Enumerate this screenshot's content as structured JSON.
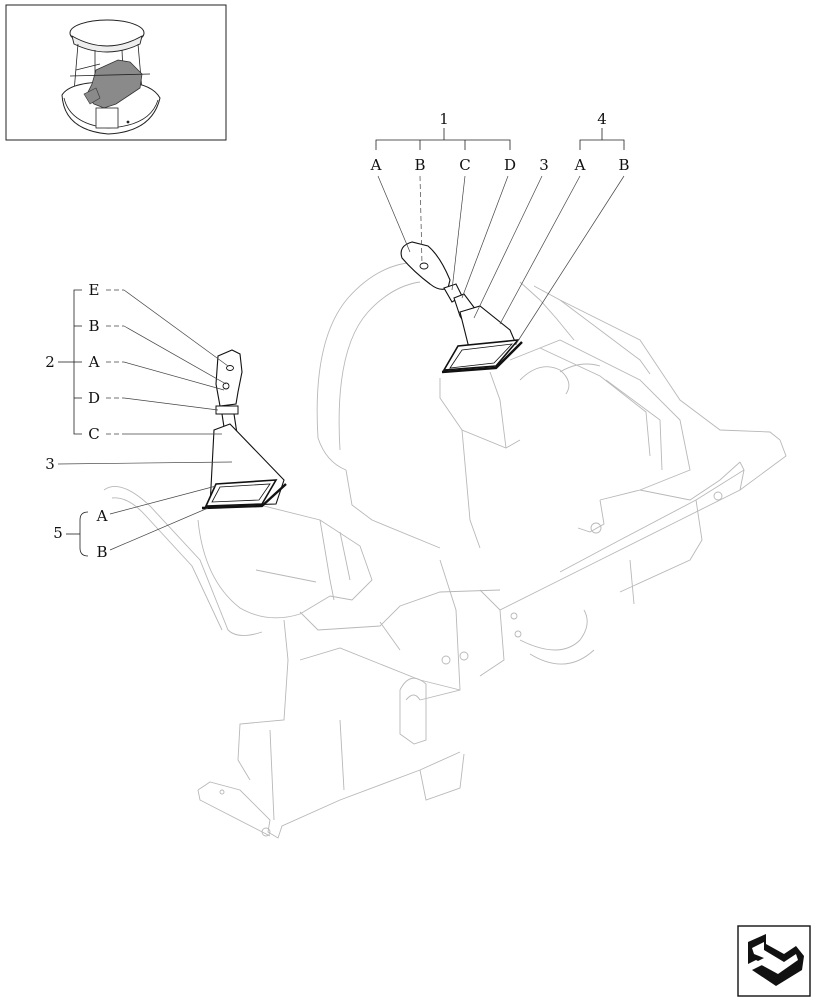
{
  "callouts": {
    "top_group_1": {
      "number": "1",
      "letters": [
        "A",
        "B",
        "C",
        "D"
      ]
    },
    "top_part_3": {
      "number": "3"
    },
    "top_group_4": {
      "number": "4",
      "letters": [
        "A",
        "B"
      ]
    },
    "left_group_2": {
      "number": "2",
      "letters": [
        "E",
        "B",
        "A",
        "D",
        "C"
      ]
    },
    "left_part_3": {
      "number": "3"
    },
    "left_group_5": {
      "number": "5",
      "letters": [
        "A",
        "B"
      ]
    }
  },
  "icons": {
    "thumbnail": "tractor-cab-thumbnail-icon",
    "nav": "next-page-arrow-icon"
  }
}
